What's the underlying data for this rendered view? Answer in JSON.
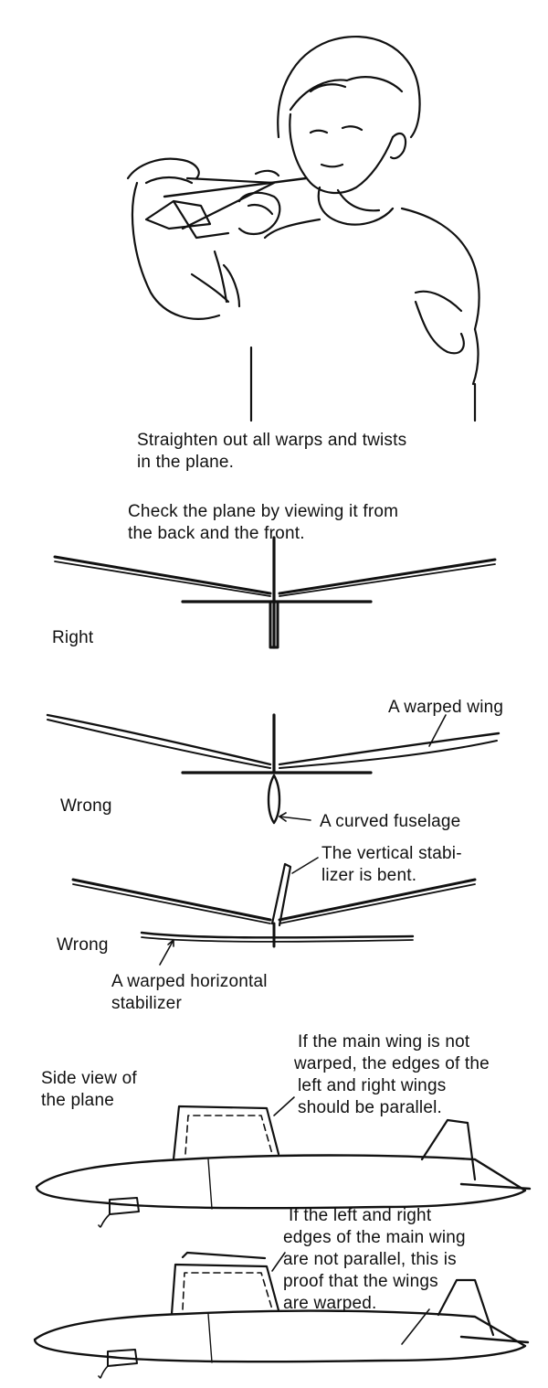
{
  "captions": {
    "straighten_line1": "Straighten out all warps and twists",
    "straighten_line2": "in the plane.",
    "check_line1": "Check the plane by viewing it from",
    "check_line2": "the back and the front."
  },
  "front_views": {
    "right_label": "Right",
    "wrong_label_1": "Wrong",
    "warped_wing": "A warped wing",
    "curved_fuselage": "A curved fuselage",
    "vertical_bent_line1": "The vertical stabi-",
    "vertical_bent_line2": "lizer is bent.",
    "wrong_label_2": "Wrong",
    "warped_horizontal_line1": "A warped horizontal",
    "warped_horizontal_line2": "stabilizer"
  },
  "side_views": {
    "side_view_line1": "Side view of",
    "side_view_line2": "the plane",
    "parallel_line1": "If the main wing is not",
    "parallel_line2": "warped, the edges of the",
    "parallel_line3": "left and right wings",
    "parallel_line4": "should be parallel.",
    "not_parallel_line1": "If the left and right",
    "not_parallel_line2": "edges of the main wing",
    "not_parallel_line3": "are not parallel, this is",
    "not_parallel_line4": "proof that the wings",
    "not_parallel_line5": "are warped."
  }
}
